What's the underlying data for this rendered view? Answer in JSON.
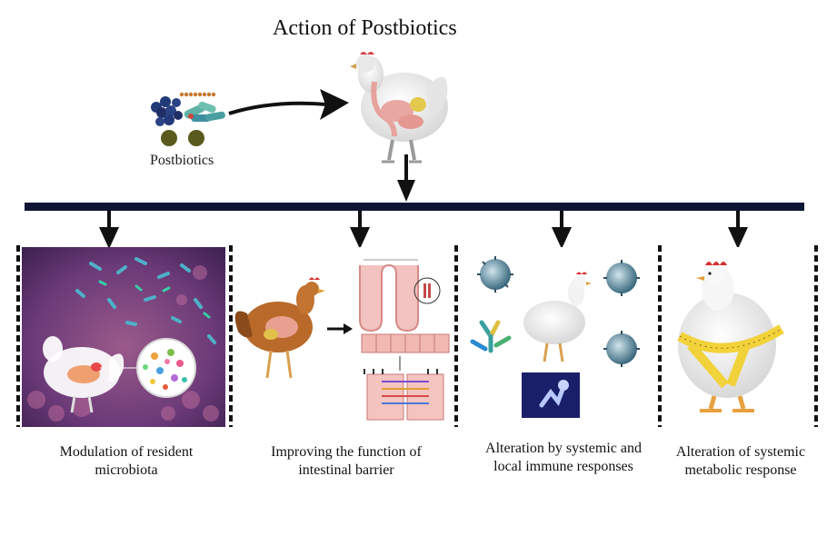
{
  "title": "Action of Postbiotics",
  "source": {
    "label": "Postbiotics"
  },
  "panels": [
    {
      "caption_line1": "Modulation of resident",
      "caption_line2": "microbiota"
    },
    {
      "caption_line1": "Improving the function of",
      "caption_line2": "intestinal barrier"
    },
    {
      "caption_line1": "Alteration by systemic and",
      "caption_line2": "local immune responses"
    },
    {
      "caption_line1": "Alteration of systemic",
      "caption_line2": "metabolic response"
    }
  ],
  "colors": {
    "bar": "#0f1535",
    "arrow": "#1a1a1a",
    "panel1_bg": "#6a3a7a",
    "tape": "#f2d23a",
    "intestine": "#e8a9a4"
  }
}
